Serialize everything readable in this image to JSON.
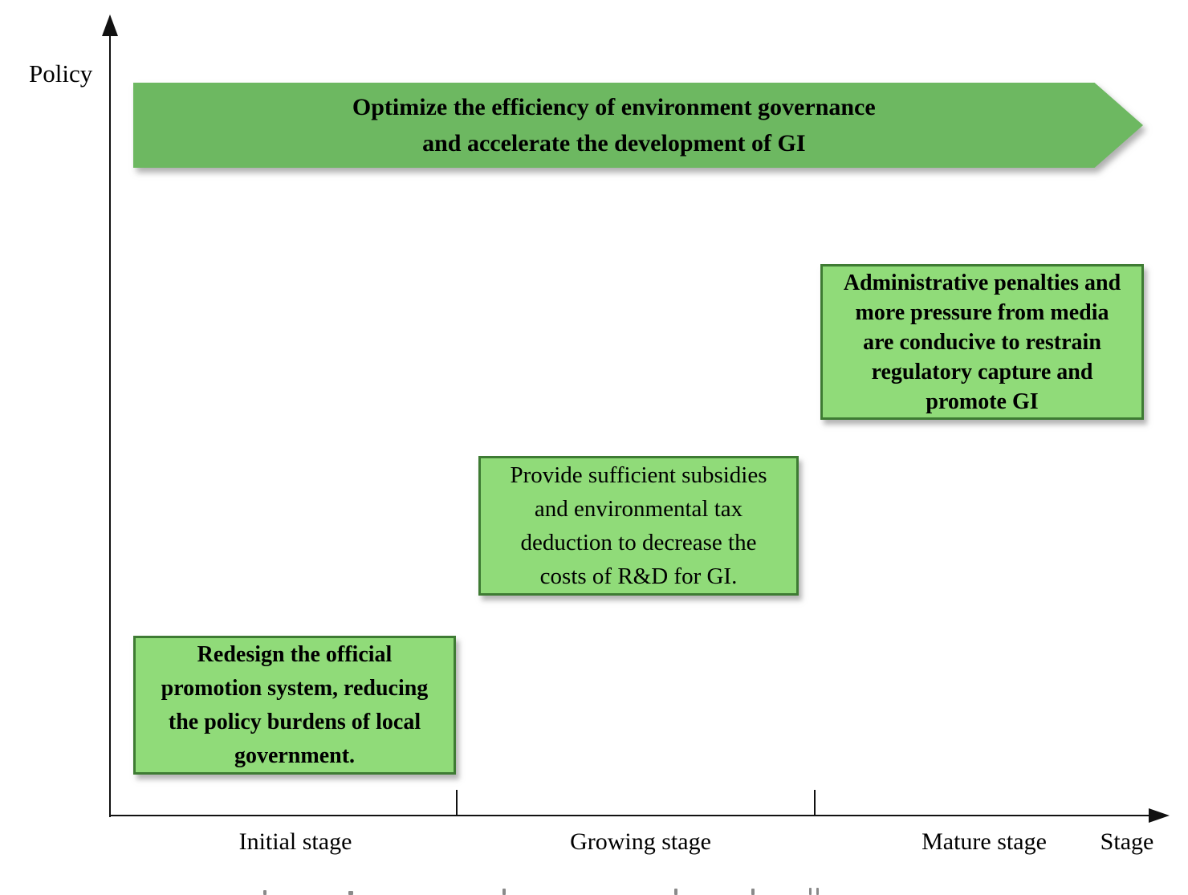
{
  "figure": {
    "y_axis_label": "Policy",
    "x_axis_name": "Stage",
    "x_ticks": {
      "initial": "Initial stage",
      "growing": "Growing stage",
      "mature": "Mature stage"
    },
    "arrow_banner": {
      "lines": [
        "Optimize the efficiency of environment governance",
        "and accelerate the development of GI"
      ]
    },
    "boxes": [
      {
        "lines": [
          "Redesign the official",
          "promotion system, reducing",
          "the policy burdens of local",
          "government."
        ]
      },
      {
        "lines": [
          "Provide sufficient subsidies",
          "and  environmental tax",
          "deduction to decrease the",
          "costs of R&D for GI."
        ]
      },
      {
        "lines": [
          "Administrative penalties and",
          "more pressure from media",
          "are conducive to restrain",
          "regulatory capture and",
          "promote GI"
        ]
      }
    ],
    "colors": {
      "banner_green": "#6DB861",
      "box_fill": "#90DB79",
      "box_border": "#3E7B33",
      "axis": "#111111",
      "text": "#000000"
    }
  }
}
